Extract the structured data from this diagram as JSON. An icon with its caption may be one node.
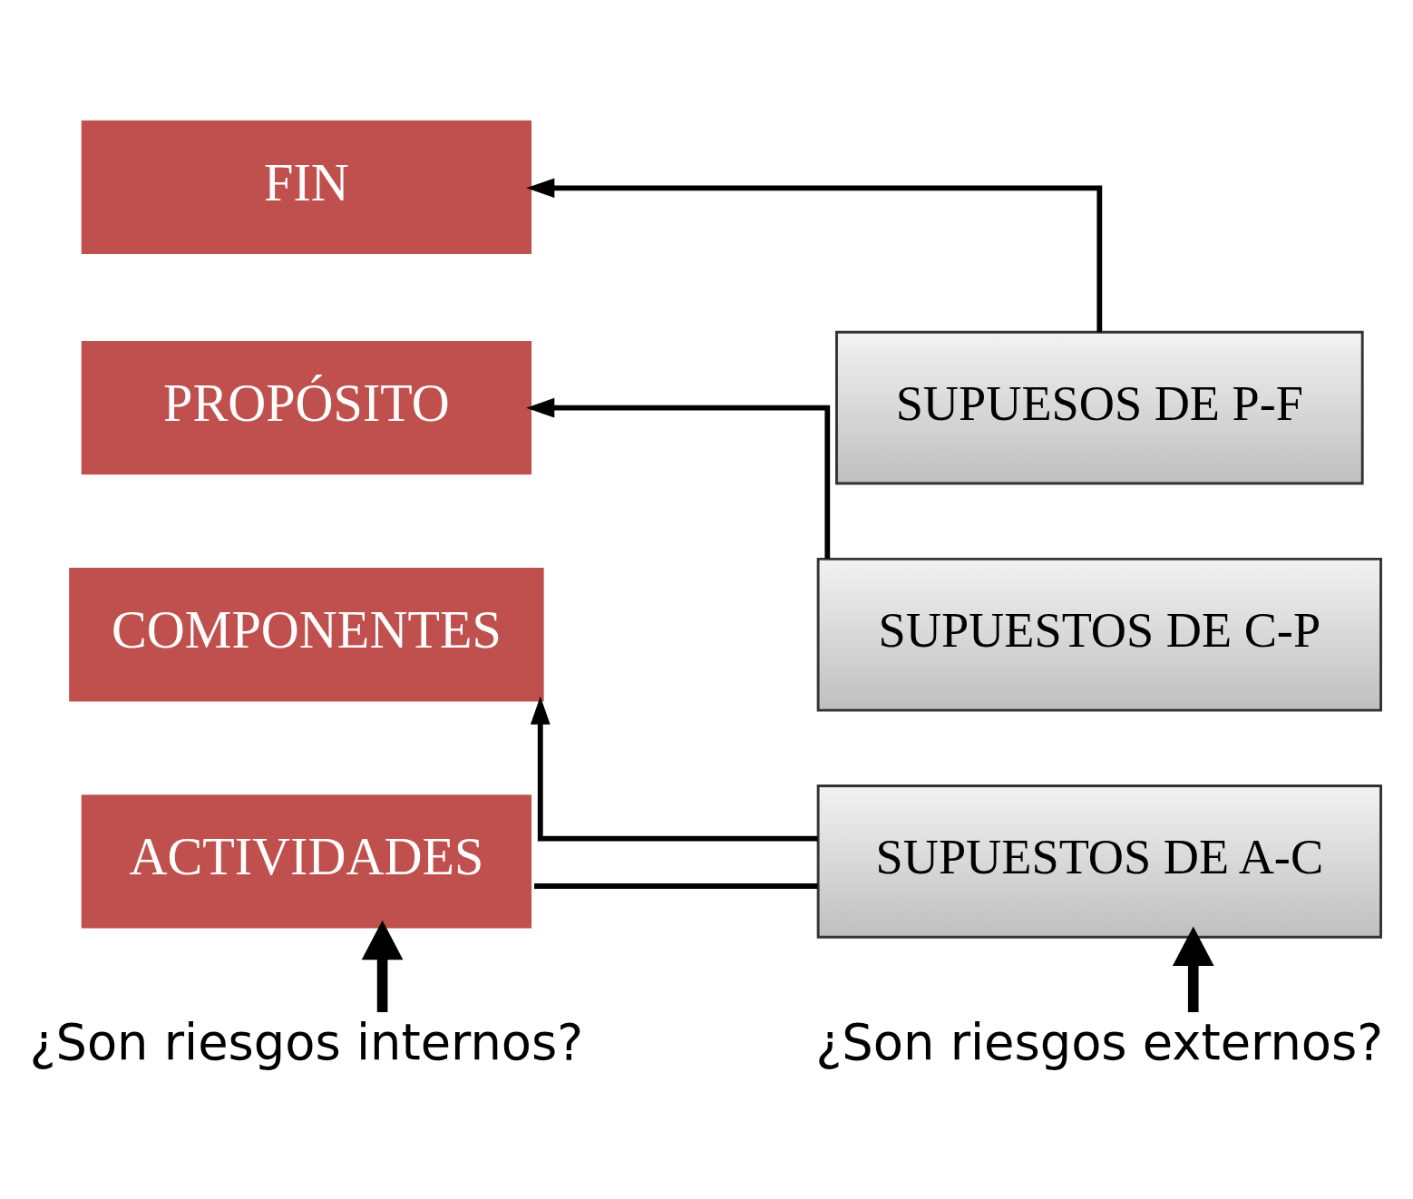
{
  "diagram": {
    "nodes": [
      {
        "text": [
          "FIN"
        ]
      },
      {
        "text": [
          "PROPÓSITO"
        ]
      },
      {
        "text": [
          "COMPONENTES"
        ]
      },
      {
        "text": [
          "ACTIVIDADES"
        ]
      },
      {
        "text": [
          "SUPUESOS DE P-F"
        ]
      },
      {
        "text": [
          "SUPUESTOS DE C-P"
        ]
      },
      {
        "text": [
          "SUPUESTOS DE A-C"
        ]
      },
      {
        "text": [
          "¿Son riesgos internos?"
        ]
      },
      {
        "text": [
          "¿Son riesgos externos?"
        ]
      }
    ],
    "edges": [
      {
        "from": 4,
        "to": 0,
        "arrow": "to"
      },
      {
        "from": 5,
        "to": 1,
        "arrow": "to"
      },
      {
        "from": 6,
        "to": 2,
        "arrow": "to"
      },
      {
        "from": 3,
        "to": 6,
        "arrow": "none"
      },
      {
        "from": 7,
        "to": 3,
        "arrow": "to",
        "style": "thick"
      },
      {
        "from": 8,
        "to": 6,
        "arrow": "to",
        "style": "thick"
      }
    ]
  }
}
